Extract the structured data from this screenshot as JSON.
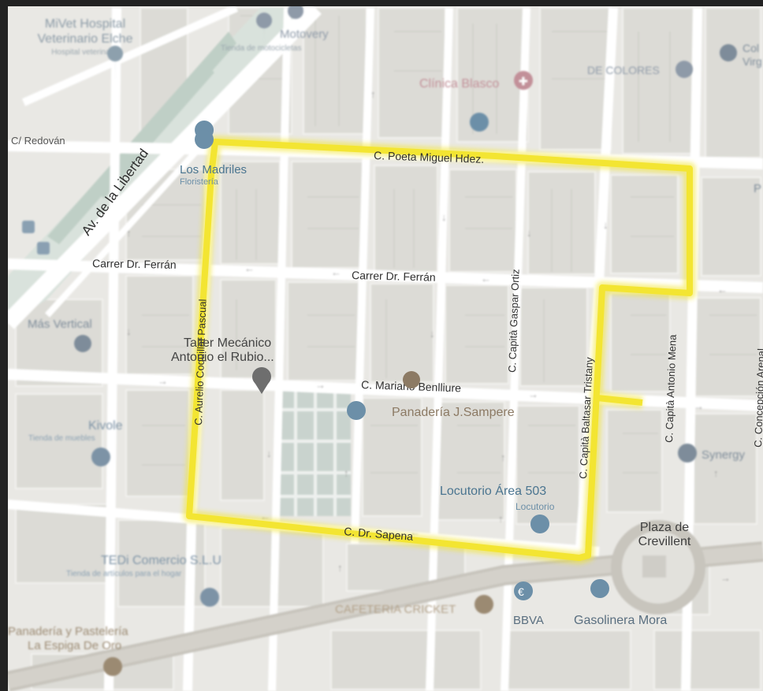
{
  "map": {
    "colors": {
      "background": "#e9e8e4",
      "block": "#dcdbd6",
      "road": "#ffffff",
      "avenue": "#c8c5bd",
      "park": "#c9d3ce",
      "route": "#f3e532",
      "poi_red": "#b98a8f",
      "poi_blue": "#6c8fa8",
      "poi_gray": "#6e6e6e",
      "poi_brown": "#8c7a64"
    },
    "streets": {
      "poeta": "C. Poeta Miguel Hdez.",
      "ferran_west": "Carrer Dr. Ferrán",
      "ferran_main": "Carrer Dr. Ferrán",
      "redovan": "C/ Redován",
      "libertad": "Av. de la Libertad",
      "aurelio": "C. Aurelio Coquillat Pascual",
      "gaspar": "C. Capità Gaspar Ortiz",
      "baltasar": "C. Capità Baltasar Tristany",
      "antonio": "C. Capità Antonio Mena",
      "concepcion": "C. Concepción Arenal",
      "mariano": "C. Mariano Benlliure",
      "sapena": "C. Dr. Sapena"
    },
    "pois": {
      "mivet": {
        "name": "MiVet Hospital\nVeterinario Elche",
        "sub": "Hospital veterinario"
      },
      "motovery": {
        "name": "Motovery",
        "sub": "Tienda de motocicletas"
      },
      "clinica": {
        "name": "Clínica Blasco"
      },
      "decolores": {
        "name": "DE COLORES"
      },
      "colvirg": {
        "name": "Col\nVirg"
      },
      "madriles": {
        "name": "Los Madriles",
        "sub": "Floristería"
      },
      "masvertical": {
        "name": "Más Vertical"
      },
      "taller": {
        "name": "Taller Mecánico\nAntonio el Rubio..."
      },
      "panaderia": {
        "name": "Panadería J.Sampere"
      },
      "kivole": {
        "name": "Kivole",
        "sub": "Tienda de muebles"
      },
      "locutorio": {
        "name": "Locutorio Área 503",
        "sub": "Locutorio"
      },
      "plaza": {
        "name": "Plaza de\nCrevillent"
      },
      "synergy": {
        "name": "Synergy"
      },
      "tedi": {
        "name": "TEDi Comercio S.L.U",
        "sub": "Tienda de artículos para el hogar"
      },
      "cafeteria": {
        "name": "CAFETERIA CRICKET"
      },
      "bbva": {
        "name": "BBVA"
      },
      "gasolinera": {
        "name": "Gasolinera Mora"
      },
      "espiga": {
        "name": "Panadería y Pastelería\nLa Espiga De Oro"
      },
      "cut_p": {
        "name": "P"
      }
    }
  }
}
